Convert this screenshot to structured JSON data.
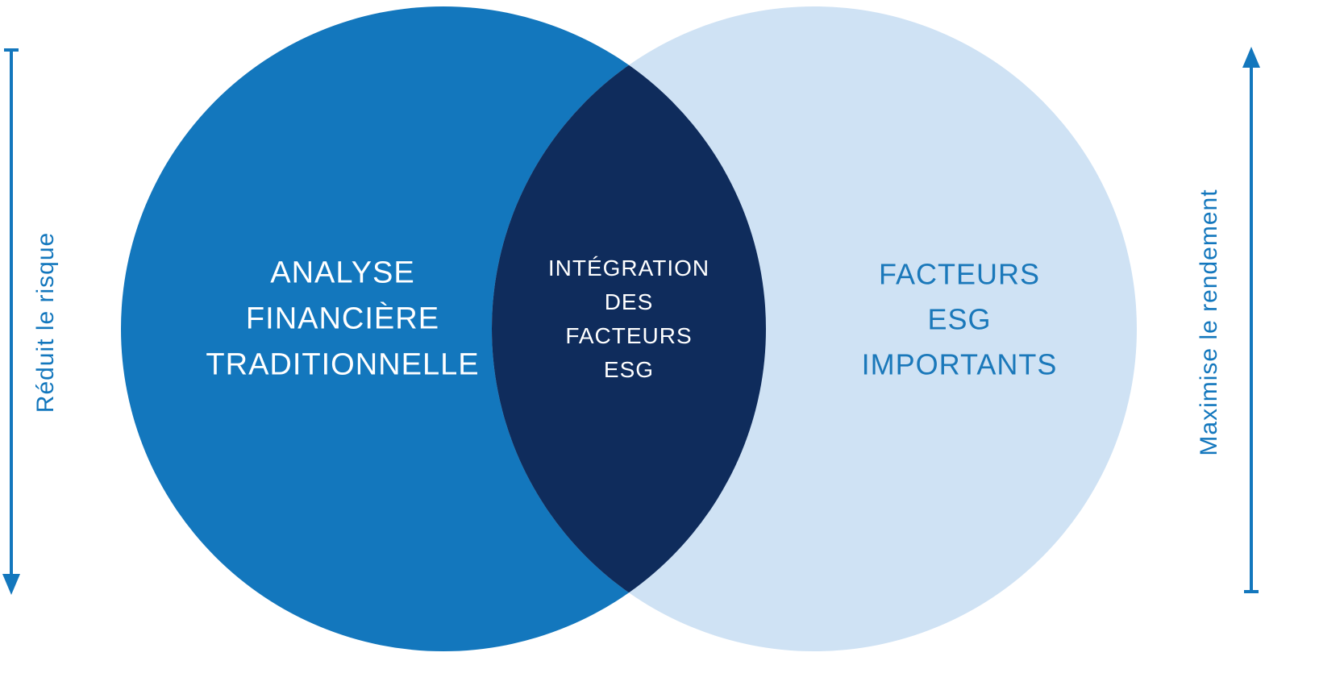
{
  "diagram": {
    "left_circle": {
      "lines": [
        "ANALYSE",
        "FINANCIÈRE",
        "TRADITIONNELLE"
      ],
      "fill": "#1377bd",
      "text_color": "#ffffff"
    },
    "intersection": {
      "lines": [
        "INTÉGRATION",
        "DES",
        "FACTEURS",
        "ESG"
      ],
      "fill": "#0f2c5c",
      "text_color": "#ffffff"
    },
    "right_circle": {
      "lines": [
        "FACTEURS",
        "ESG",
        "IMPORTANTS"
      ],
      "fill": "#cfe2f4",
      "text_color": "#1a78ba"
    },
    "left_axis": {
      "label": "Réduit le risque",
      "arrow_direction": "down"
    },
    "right_axis": {
      "label": "Maximise le rendement",
      "arrow_direction": "up"
    },
    "accent_color": "#1377bd",
    "background_color": "#ffffff"
  }
}
